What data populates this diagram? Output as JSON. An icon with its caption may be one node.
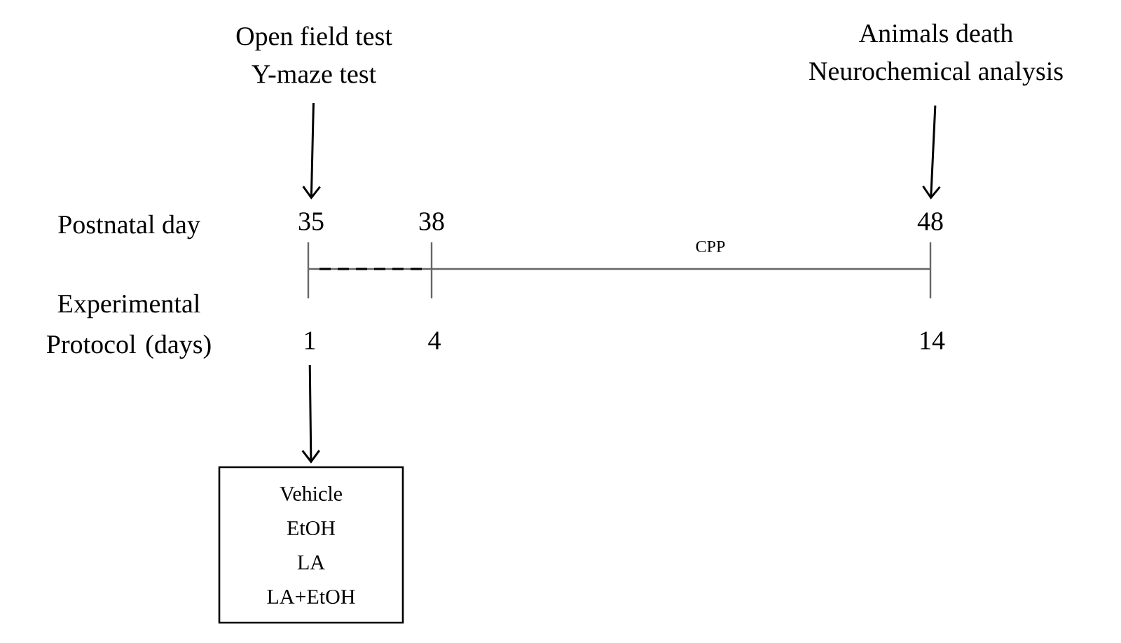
{
  "diagram": {
    "nodes": [
      {
        "text": [
          "Open field test",
          "Y-maze test"
        ]
      },
      {
        "text": [
          "Animals death",
          "Neurochemical analysis"
        ]
      },
      {
        "text": [
          "35"
        ]
      },
      {
        "text": [
          "48"
        ]
      },
      {
        "text": [
          "1"
        ]
      },
      {
        "text": [
          "Vehicle",
          "EtOH",
          "LA",
          "LA+EtOH"
        ]
      }
    ],
    "edges": [
      {
        "from": 0,
        "to": 2,
        "arrow": "to"
      },
      {
        "from": 1,
        "to": 3,
        "arrow": "to"
      },
      {
        "from": 4,
        "to": 5,
        "arrow": "to"
      }
    ],
    "labels": [
      "Postnatal day",
      "38",
      "CPP",
      "Experimental Protocol (days)",
      "4",
      "14"
    ]
  }
}
